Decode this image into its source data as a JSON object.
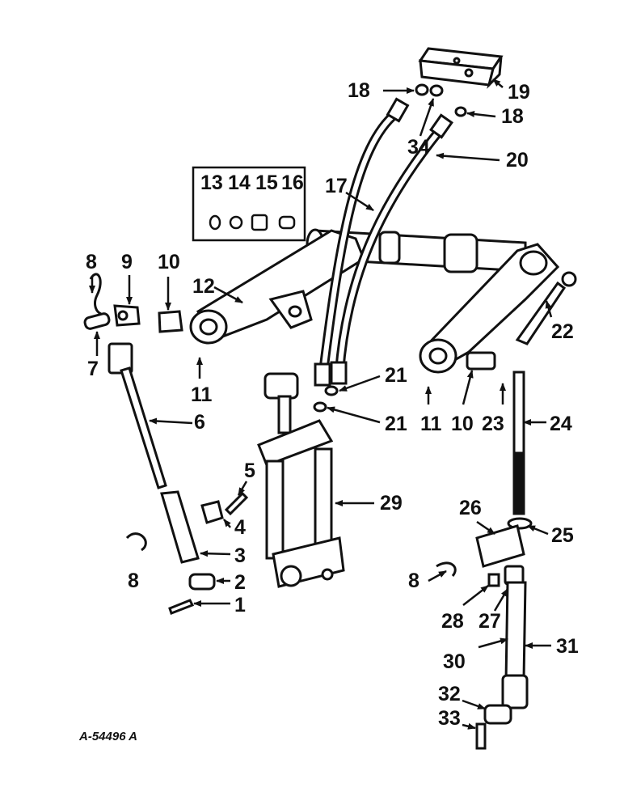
{
  "drawing_id": "A-54496 A",
  "callouts": {
    "c1": "1",
    "c2": "2",
    "c3": "3",
    "c4": "4",
    "c5": "5",
    "c6": "6",
    "c7": "7",
    "c8a": "8",
    "c8b": "8",
    "c8c": "8",
    "c9": "9",
    "c10a": "10",
    "c10b": "10",
    "c11a": "11",
    "c11b": "11",
    "c12": "12",
    "c13": "13",
    "c14": "14",
    "c15": "15",
    "c16": "16",
    "c17": "17",
    "c18a": "18",
    "c18b": "18",
    "c19": "19",
    "c20": "20",
    "c21a": "21",
    "c21b": "21",
    "c22": "22",
    "c23": "23",
    "c24": "24",
    "c25": "25",
    "c26": "26",
    "c27": "27",
    "c28": "28",
    "c29": "29",
    "c30": "30",
    "c31": "31",
    "c32": "32",
    "c33": "33",
    "c34": "34"
  }
}
